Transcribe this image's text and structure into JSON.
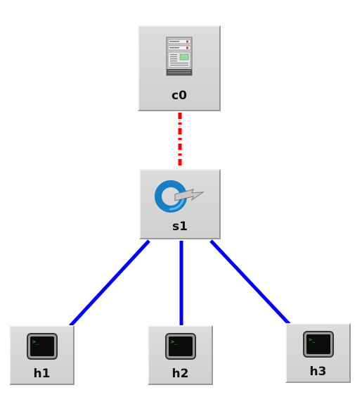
{
  "nodes": {
    "c0": {
      "label": "c0",
      "icon": "controller-server-icon"
    },
    "s1": {
      "label": "s1",
      "icon": "switch-icon"
    },
    "h1": {
      "label": "h1",
      "icon": "terminal-host-icon"
    },
    "h2": {
      "label": "h2",
      "icon": "terminal-host-icon"
    },
    "h3": {
      "label": "h3",
      "icon": "terminal-host-icon"
    }
  },
  "links": [
    {
      "from": "c0",
      "to": "s1",
      "style": "dash-dot",
      "color": "#ff0000"
    },
    {
      "from": "s1",
      "to": "h1",
      "style": "solid",
      "color": "#0000ff"
    },
    {
      "from": "s1",
      "to": "h2",
      "style": "solid",
      "color": "#0000ff"
    },
    {
      "from": "s1",
      "to": "h3",
      "style": "solid",
      "color": "#0000ff"
    }
  ],
  "colors": {
    "control_link": "#ff0000",
    "data_link": "#0000ff",
    "node_background": "#d6d6d6",
    "switch_icon": "#1e8ed0",
    "terminal_prompt": "#33cc33"
  }
}
